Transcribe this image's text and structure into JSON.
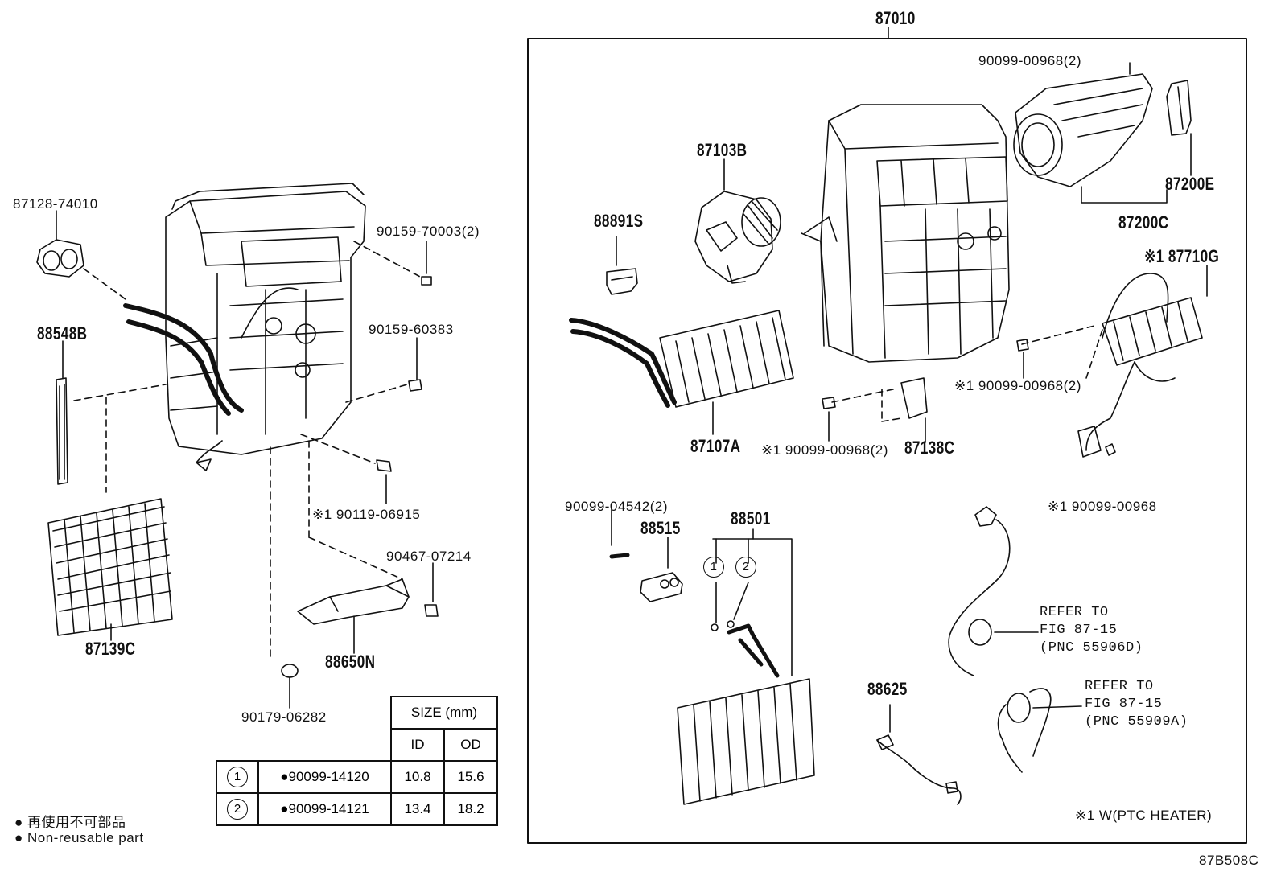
{
  "colors": {
    "ink": "#111111",
    "paper": "#ffffff"
  },
  "assembly": {
    "id": "87010"
  },
  "labels": {
    "p87128": "87128-74010",
    "p90159_70003": "90159-70003(2)",
    "p88548B": "88548B",
    "p90159_60383": "90159-60383",
    "p90119": "※1 90119-06915",
    "p90467": "90467-07214",
    "p88650N": "88650N",
    "p87139C": "87139C",
    "p90179": "90179-06282",
    "p90099_top": "90099-00968(2)",
    "p87103B": "87103B",
    "p88891S": "88891S",
    "p87200E": "87200E",
    "p87200C": "87200C",
    "p87710G": "※1 87710G",
    "p90099_r": "※1 90099-00968(2)",
    "p87107A": "87107A",
    "p90099_c": "※1 90099-00968(2)",
    "p87138C": "87138C",
    "p90099_b": "※1 90099-00968",
    "p90099_04542": "90099-04542(2)",
    "p88515": "88515",
    "p88501": "88501",
    "p88625": "88625",
    "refer1_a": "REFER TO",
    "refer1_b": "FIG 87-15",
    "refer1_c": "(PNC 55906D)",
    "refer2_a": "REFER TO",
    "refer2_b": "FIG 87-15",
    "refer2_c": "(PNC 55909A)",
    "ptc_note": "※1 W(PTC HEATER)",
    "fig_code": "87B508C",
    "callout1": "1",
    "callout2": "2"
  },
  "legend": {
    "line_jp": "● 再使用不可部品",
    "line_en": "● Non-reusable part"
  },
  "size_table": {
    "title": "SIZE (mm)",
    "col_id": "ID",
    "col_od": "OD",
    "rows": [
      {
        "num": "1",
        "part": "●90099-14120",
        "id": "10.8",
        "od": "15.6"
      },
      {
        "num": "2",
        "part": "●90099-14121",
        "id": "13.4",
        "od": "18.2"
      }
    ]
  }
}
